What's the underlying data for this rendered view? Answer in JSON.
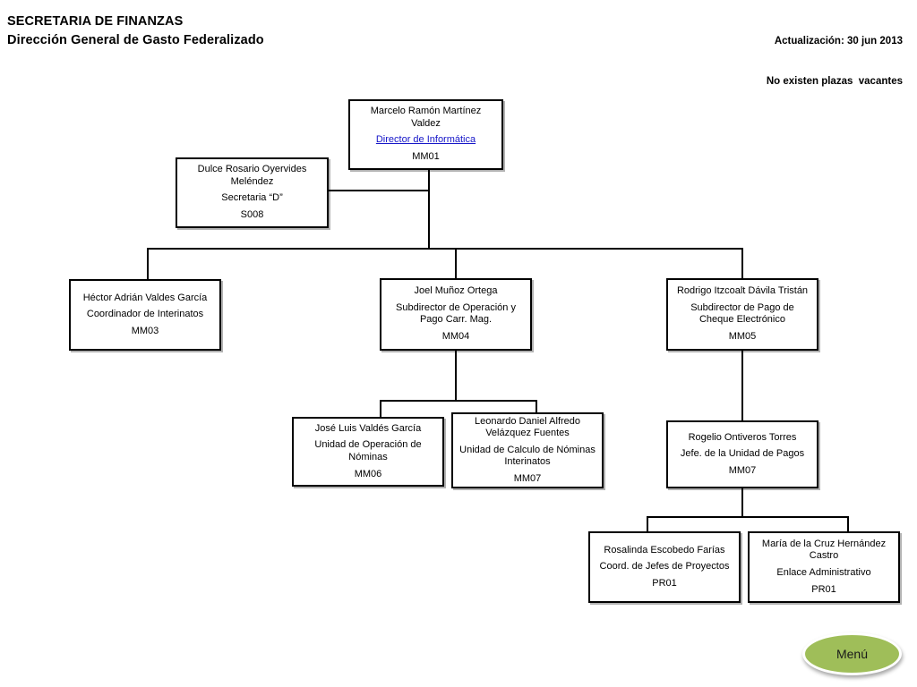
{
  "header": {
    "org_line1": "SECRETARIA DE FINANZAS",
    "org_line2": "Dirección General de Gasto Federalizado",
    "update_line": "Actualización: 30 jun 2013",
    "vacancy_line": "No existen plazas  vacantes"
  },
  "accent": {
    "link_color": "#1414c8",
    "menu_green": "#9fbe59",
    "line_color": "#000000"
  },
  "nodes": {
    "director": {
      "name": "Marcelo Ramón Martínez Valdez",
      "title": "Director de Informática",
      "code": "MM01"
    },
    "secretaria": {
      "name": "Dulce Rosario Oyervides Meléndez",
      "title": "Secretaria “D”",
      "code": "S008"
    },
    "coord_interinatos": {
      "name": "Héctor Adrián Valdes García",
      "title": "Coordinador de Interinatos",
      "code": "MM03"
    },
    "subdir_operacion": {
      "name": "Joel Muñoz Ortega",
      "title": "Subdirector de Operación y Pago Carr. Mag.",
      "code": "MM04"
    },
    "subdir_cheque": {
      "name": "Rodrigo Itzcoalt Dávila Tristán",
      "title": "Subdirector de Pago de Cheque Electrónico",
      "code": "MM05"
    },
    "unidad_nominas": {
      "name": "José Luis Valdés García",
      "title": "Unidad de Operación de Nóminas",
      "code": "MM06"
    },
    "unidad_calculo": {
      "name": "Leonardo Daniel Alfredo Velázquez Fuentes",
      "title": "Unidad de Calculo de Nóminas Interinatos",
      "code": "MM07"
    },
    "unidad_pagos": {
      "name": "Rogelio Ontiveros Torres",
      "title": "Jefe. de  la Unidad de Pagos",
      "code": "MM07"
    },
    "coord_proyectos": {
      "name": "Rosalinda Escobedo Farías",
      "title": "Coord. de Jefes de Proyectos",
      "code": "PR01"
    },
    "enlace_admin": {
      "name": "María de la Cruz Hernández Castro",
      "title": "Enlace Administrativo",
      "code": "PR01"
    }
  },
  "menu": {
    "label": "Menú"
  }
}
